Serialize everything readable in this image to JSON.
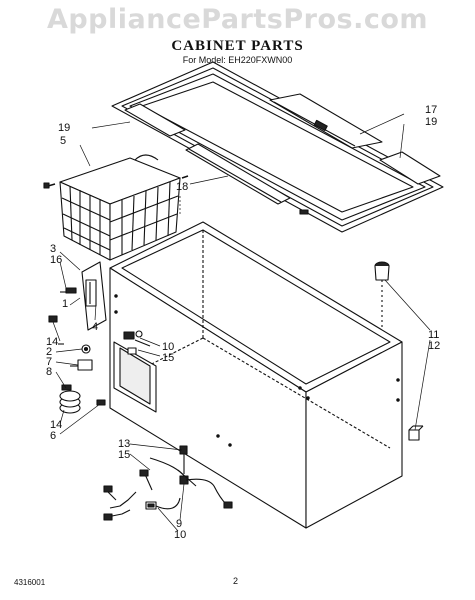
{
  "watermark": "AppliancePartsPros.com",
  "title": "CABINET PARTS",
  "subtitle": "For Model: EH220FXWN00",
  "footer": {
    "code": "4316001",
    "page": "2"
  },
  "callouts": {
    "c17": "17",
    "c19a": "19",
    "c19b": "19",
    "c5": "5",
    "c18": "18",
    "c3": "3",
    "c16": "16",
    "c1": "1",
    "c4": "4",
    "c14a": "14",
    "c2": "2",
    "c7": "7",
    "c8": "8",
    "c10a": "10",
    "c15a": "15",
    "c11": "11",
    "c12": "12",
    "c14b": "14",
    "c6": "6",
    "c13": "13",
    "c15b": "15",
    "c9": "9",
    "c10b": "10"
  }
}
